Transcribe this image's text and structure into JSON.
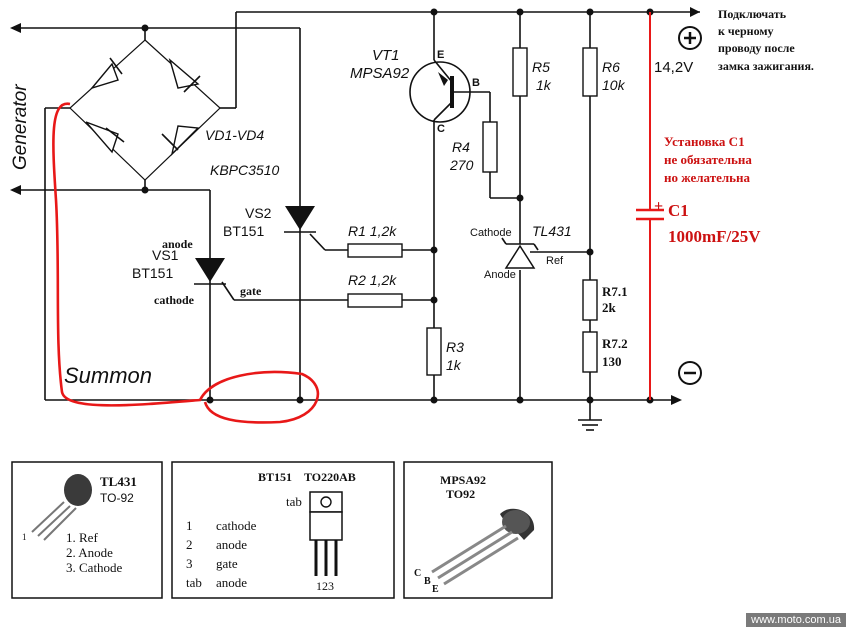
{
  "labels": {
    "generator": "Generator",
    "summon": "Summon",
    "vt1": "VT1",
    "vt1_part": "MPSA92",
    "pin_e": "E",
    "pin_b": "B",
    "pin_c": "C",
    "vd": "VD1-VD4",
    "vd_part": "KBPC3510",
    "vs2": "VS2",
    "vs2_part": "BT151",
    "vs1": "VS1",
    "vs1_part": "BT151",
    "anode": "anode",
    "cathode": "cathode",
    "gate": "gate",
    "r1": "R1 1,2k",
    "r2": "R2 1,2k",
    "r3": "R3",
    "r3_val": "1k",
    "r4": "R4",
    "r4_val": "270",
    "r5": "R5",
    "r5_val": "1k",
    "r6": "R6",
    "r6_val": "10k",
    "tl431": "TL431",
    "tl_cathode": "Cathode",
    "tl_anode": "Anode",
    "tl_ref": "Ref",
    "r71": "R7.1",
    "r71_val": "2k",
    "r72": "R7.2",
    "r72_val": "130",
    "voltage": "14,2V",
    "plus": "+",
    "minus": "−",
    "note1": "Подключать",
    "note2": "к черному",
    "note3": "проводу после",
    "note4": "замка зажигания.",
    "c1_note1": "Установка С1",
    "c1_note2": "не обязательна",
    "c1_note3": "но желательна",
    "c1_plus": "+",
    "c1": "C1",
    "c1_val": "1000mF/25V"
  },
  "pinouts": {
    "tl431": {
      "title": "TL431",
      "package": "TO-92",
      "pin_mark": "1",
      "pins": [
        "1. Ref",
        "2. Anode",
        "3. Cathode"
      ]
    },
    "bt151": {
      "title": "BT151",
      "package": "TO220AB",
      "tab": "tab",
      "pin_nums": [
        "1",
        "2",
        "3",
        "tab"
      ],
      "pin_names": [
        "cathode",
        "anode",
        "gate",
        "anode"
      ],
      "pin_row": "123"
    },
    "mpsa92": {
      "title": "MPSA92",
      "package": "TO92",
      "pin_c": "C",
      "pin_b": "B",
      "pin_e": "E"
    }
  },
  "colors": {
    "ink": "#111111",
    "red": "#cc1111",
    "capacitor": "#e81818"
  },
  "watermark": "www.moto.com.ua"
}
